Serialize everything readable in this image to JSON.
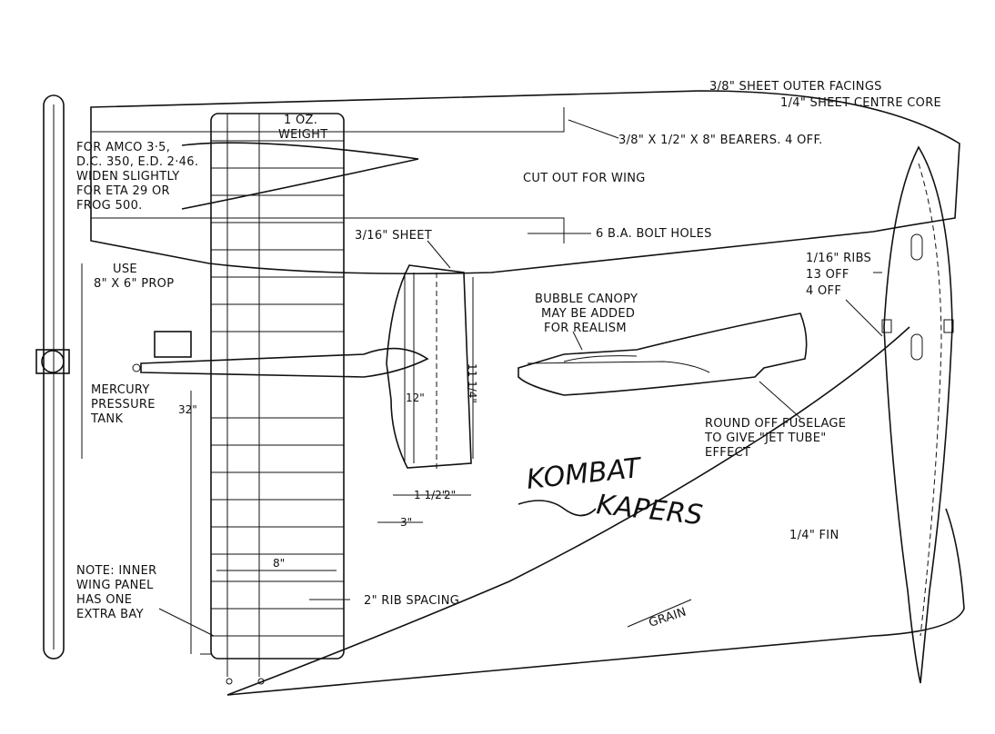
{
  "title": {
    "line1": "KOMBAT",
    "line2": "KAPERS"
  },
  "labels": {
    "outer_facings": "3/8\" SHEET OUTER FACINGS",
    "centre_core": "1/4\" SHEET CENTRE CORE",
    "bearers": "3/8\" X 1/2\" X 8\" BEARERS. 4 OFF.",
    "cut_out": "CUT OUT FOR WING",
    "bolt_holes": "6 B.A. BOLT HOLES",
    "weight_1": "1 OZ.",
    "weight_2": "WEIGHT",
    "engine_1": "FOR AMCO 3·5,",
    "engine_2": "D.C. 350, E.D. 2·46.",
    "engine_3": "WIDEN SLIGHTLY",
    "engine_4": "FOR ETA 29 OR",
    "engine_5": "FROG 500.",
    "use": "USE",
    "prop": "8\" X 6\" PROP",
    "sheet_316": "3/16\" SHEET",
    "mercury_1": "MERCURY",
    "mercury_2": "PRESSURE",
    "mercury_3": "TANK",
    "canopy_1": "BUBBLE CANOPY",
    "canopy_2": "MAY BE ADDED",
    "canopy_3": "FOR REALISM",
    "round_1": "ROUND OFF FUSELAGE",
    "round_2": "TO GIVE \"JET TUBE\"",
    "round_3": "EFFECT",
    "ribs_1": "1/16\" RIBS",
    "ribs_2": "13  OFF",
    "ribs_3": "4  OFF",
    "fin": "1/4\" FIN",
    "grain": "GRAIN",
    "note_1": "NOTE: INNER",
    "note_2": "WING PANEL",
    "note_3": "HAS ONE",
    "note_4": "EXTRA BAY",
    "rib_spacing": "2\" RIB SPACING"
  },
  "dimensions": {
    "span": "32\"",
    "tail_height": "12\"",
    "tail_width": "11 1/4\"",
    "d_1_5": "1 1/2\"",
    "d_2": "2\"",
    "d_3": "3\"",
    "d_8": "8\""
  }
}
